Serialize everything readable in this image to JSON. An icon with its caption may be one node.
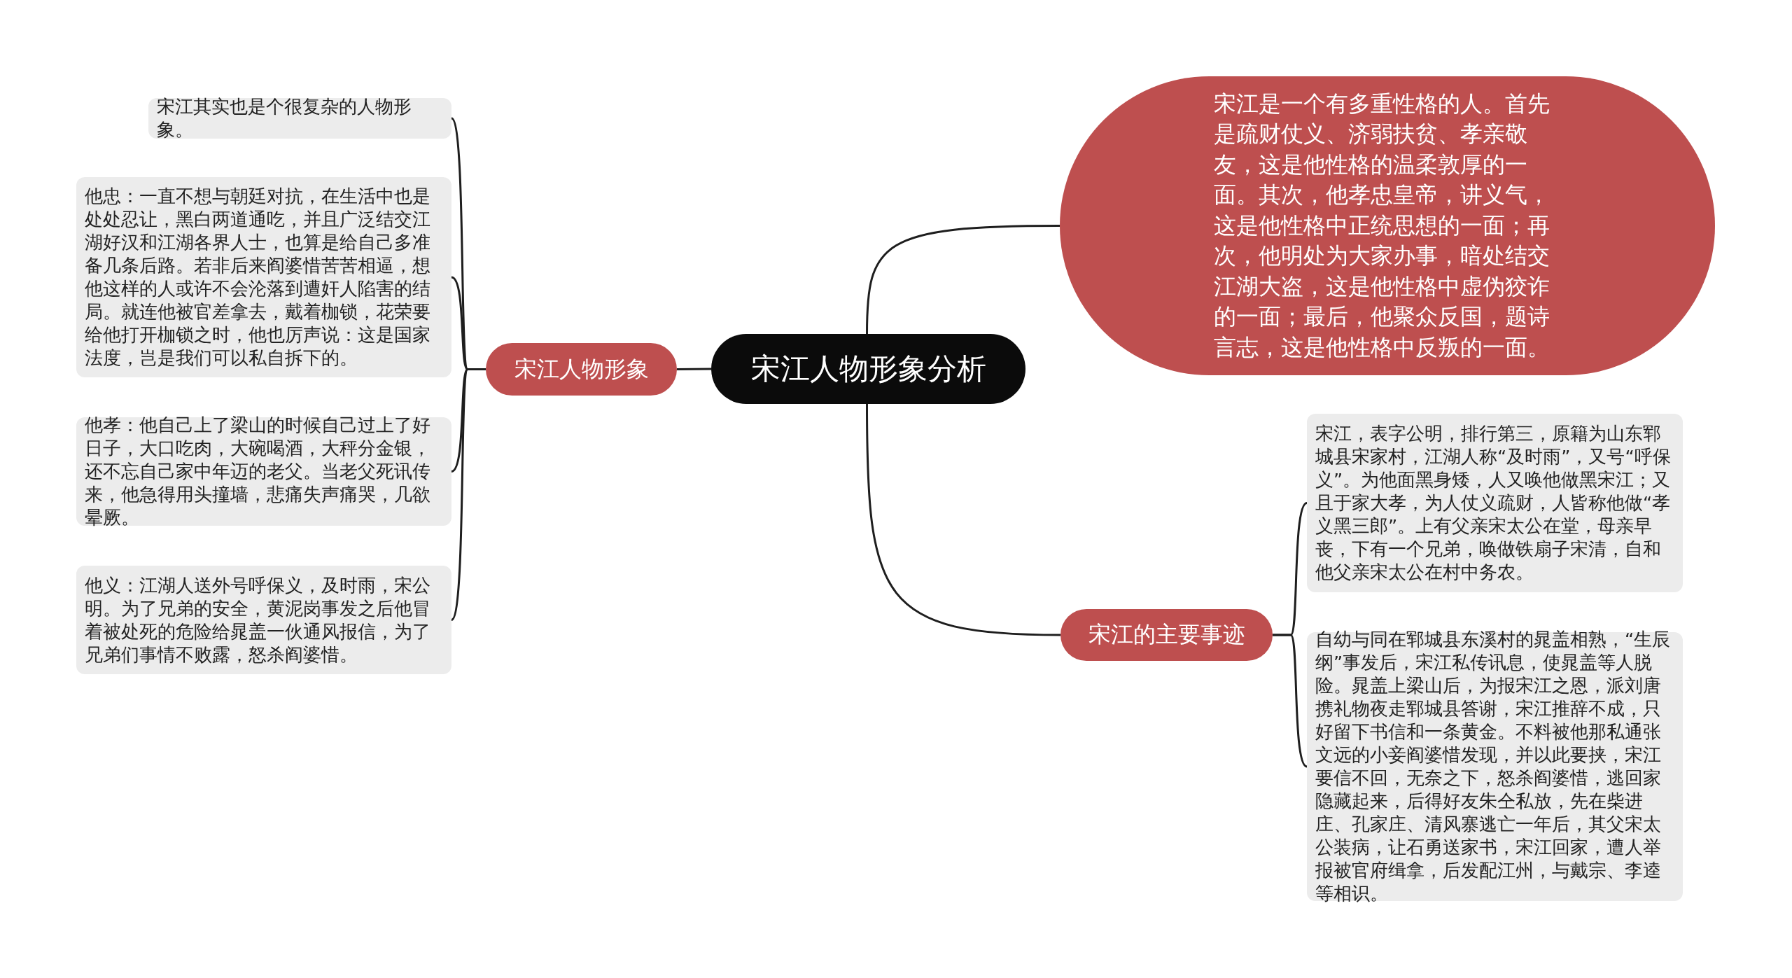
{
  "diagram": {
    "nodes": [
      {
        "text": [
          "宋江人物形象分析"
        ]
      },
      {
        "text": [
          "宋江人物形象"
        ]
      },
      {
        "text": [
          "宋江其实也是个很复杂的人物形象。"
        ]
      },
      {
        "text": [
          "他忠：一直不想与朝廷对抗，在生活中也是处处忍让，黑白两道通吃，并且广泛结交江湖好汉和江湖各界人士，也算是给自己多准备几条后路。若非后来阎婆惜苦苦相逼，想他这样的人或许不会沦落到遭奸人陷害的结局。就连他被官差拿去，戴着枷锁，花荣要给他打开枷锁之时，他也厉声说：这是国家法度，岂是我们可以私自拆下的。"
        ]
      },
      {
        "text": [
          "他孝：他自己上了梁山的时候自己过上了好日子，大口吃肉，大碗喝酒，大秤分金银，还不忘自己家中年迈的老父。当老父死讯传来，他急得用头撞墙，悲痛失声痛哭，几欲晕厥。"
        ]
      },
      {
        "text": [
          "他义：江湖人送外号呼保义，及时雨，宋公明。为了兄弟的安全，黄泥岗事发之后他冒着被处死的危险给晁盖一伙通风报信，为了兄弟们事情不败露，怒杀阎婆惜。"
        ]
      },
      {
        "text": [
          "宋江是一个有多重性格的人。首先是疏财仗义、济弱扶贫、孝亲敬友，这是他性格的温柔敦厚的一面。其次，他孝忠皇帝，讲义气，这是他性格中正统思想的一面；再次，他明处为大家办事，暗处结交江湖大盗，这是他性格中虚伪狡诈的一面；最后，他聚众反国，题诗言志，这是他性格中反叛的一面。"
        ]
      },
      {
        "text": [
          "宋江的主要事迹"
        ]
      },
      {
        "text": [
          "宋江，表字公明，排行第三，原籍为山东郓城县宋家村，江湖人称“及时雨”，又号“呼保义”。为他面黑身矮，人又唤他做黑宋江；又且于家大孝，为人仗义疏财，人皆称他做“孝义黑三郎”。上有父亲宋太公在堂，母亲早丧，下有一个兄弟，唤做铁扇子宋清，自和他父亲宋太公在村中务农。"
        ]
      },
      {
        "text": [
          "自幼与同在郓城县东溪村的晁盖相熟，“生辰纲”事发后，宋江私传讯息，使晁盖等人脱险。晁盖上梁山后，为报宋江之恩，派刘唐携礼物夜走郓城县答谢，宋江推辞不成，只好留下书信和一条黄金。不料被他那私通张文远的小妾阎婆惜发现，并以此要挟，宋江要信不回，无奈之下，怒杀阎婆惜，逃回家隐藏起来，后得好友朱仝私放，先在柴进庄、孔家庄、清风寨逃亡一年后，其父宋太公装病，让石勇送家书，宋江回家，遭人举报被官府缉拿，后发配江州，与戴宗、李逵等相识。"
        ]
      }
    ],
    "edges": [
      {
        "from": 0,
        "to": 1,
        "arrow": "none"
      },
      {
        "from": 1,
        "to": 2,
        "arrow": "none"
      },
      {
        "from": 1,
        "to": 3,
        "arrow": "none"
      },
      {
        "from": 1,
        "to": 4,
        "arrow": "none"
      },
      {
        "from": 1,
        "to": 5,
        "arrow": "none"
      },
      {
        "from": 0,
        "to": 6,
        "arrow": "none"
      },
      {
        "from": 0,
        "to": 7,
        "arrow": "none"
      },
      {
        "from": 7,
        "to": 8,
        "arrow": "none"
      },
      {
        "from": 7,
        "to": 9,
        "arrow": "none"
      }
    ]
  }
}
